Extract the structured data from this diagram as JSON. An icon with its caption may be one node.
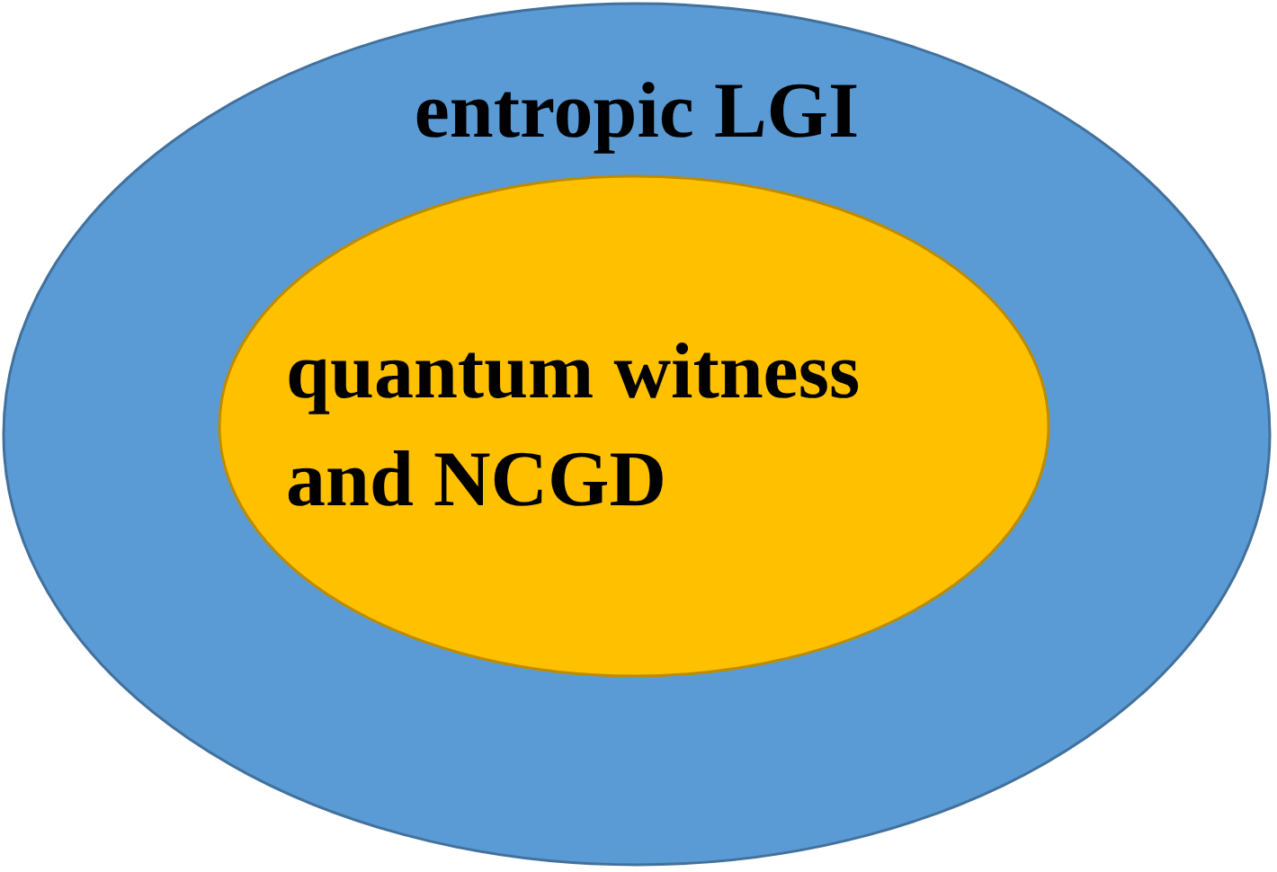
{
  "diagram": {
    "nodes": [
      {
        "text": [
          "entropic LGI"
        ]
      },
      {
        "text": [
          "quantum witness and NCGD"
        ],
        "in": 0
      }
    ]
  }
}
